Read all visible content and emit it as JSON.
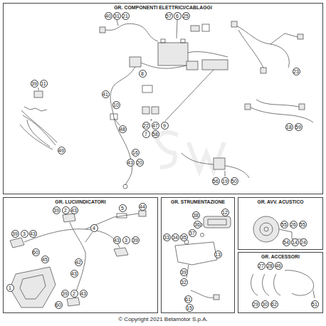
{
  "diagram": {
    "caption": "© Copyright 2021 Betamotor S.p.A.",
    "nodes": [
      {
        "text": [
          "GR. COMPONENTI ELETTRICI/CABLAGGI"
        ]
      },
      {
        "text": [
          "GR. LUCI/INDICATORI"
        ]
      },
      {
        "text": [
          "GR. STRUMENTAZIONE"
        ]
      },
      {
        "text": [
          "GR. AVV. ACUSTICO"
        ]
      },
      {
        "text": [
          "GR. ACCESSORI"
        ]
      }
    ],
    "labels": [
      "40",
      "31",
      "21",
      "57",
      "6",
      "25",
      "8",
      "39",
      "11",
      "41",
      "10",
      "22",
      "47",
      "9",
      "7",
      "58",
      "48",
      "23",
      "16",
      "43",
      "20",
      "49",
      "18",
      "59",
      "56",
      "19",
      "50",
      "5",
      "44",
      "39",
      "2",
      "43",
      "4",
      "39",
      "3",
      "43",
      "43",
      "3",
      "39",
      "60",
      "45",
      "42",
      "43",
      "39",
      "2",
      "43",
      "1",
      "60",
      "12",
      "38",
      "36",
      "37",
      "33",
      "34",
      "35",
      "13",
      "39",
      "32",
      "61",
      "15",
      "55",
      "26",
      "55",
      "54",
      "14",
      "24",
      "27",
      "28",
      "46",
      "29",
      "30",
      "62",
      "51"
    ]
  }
}
